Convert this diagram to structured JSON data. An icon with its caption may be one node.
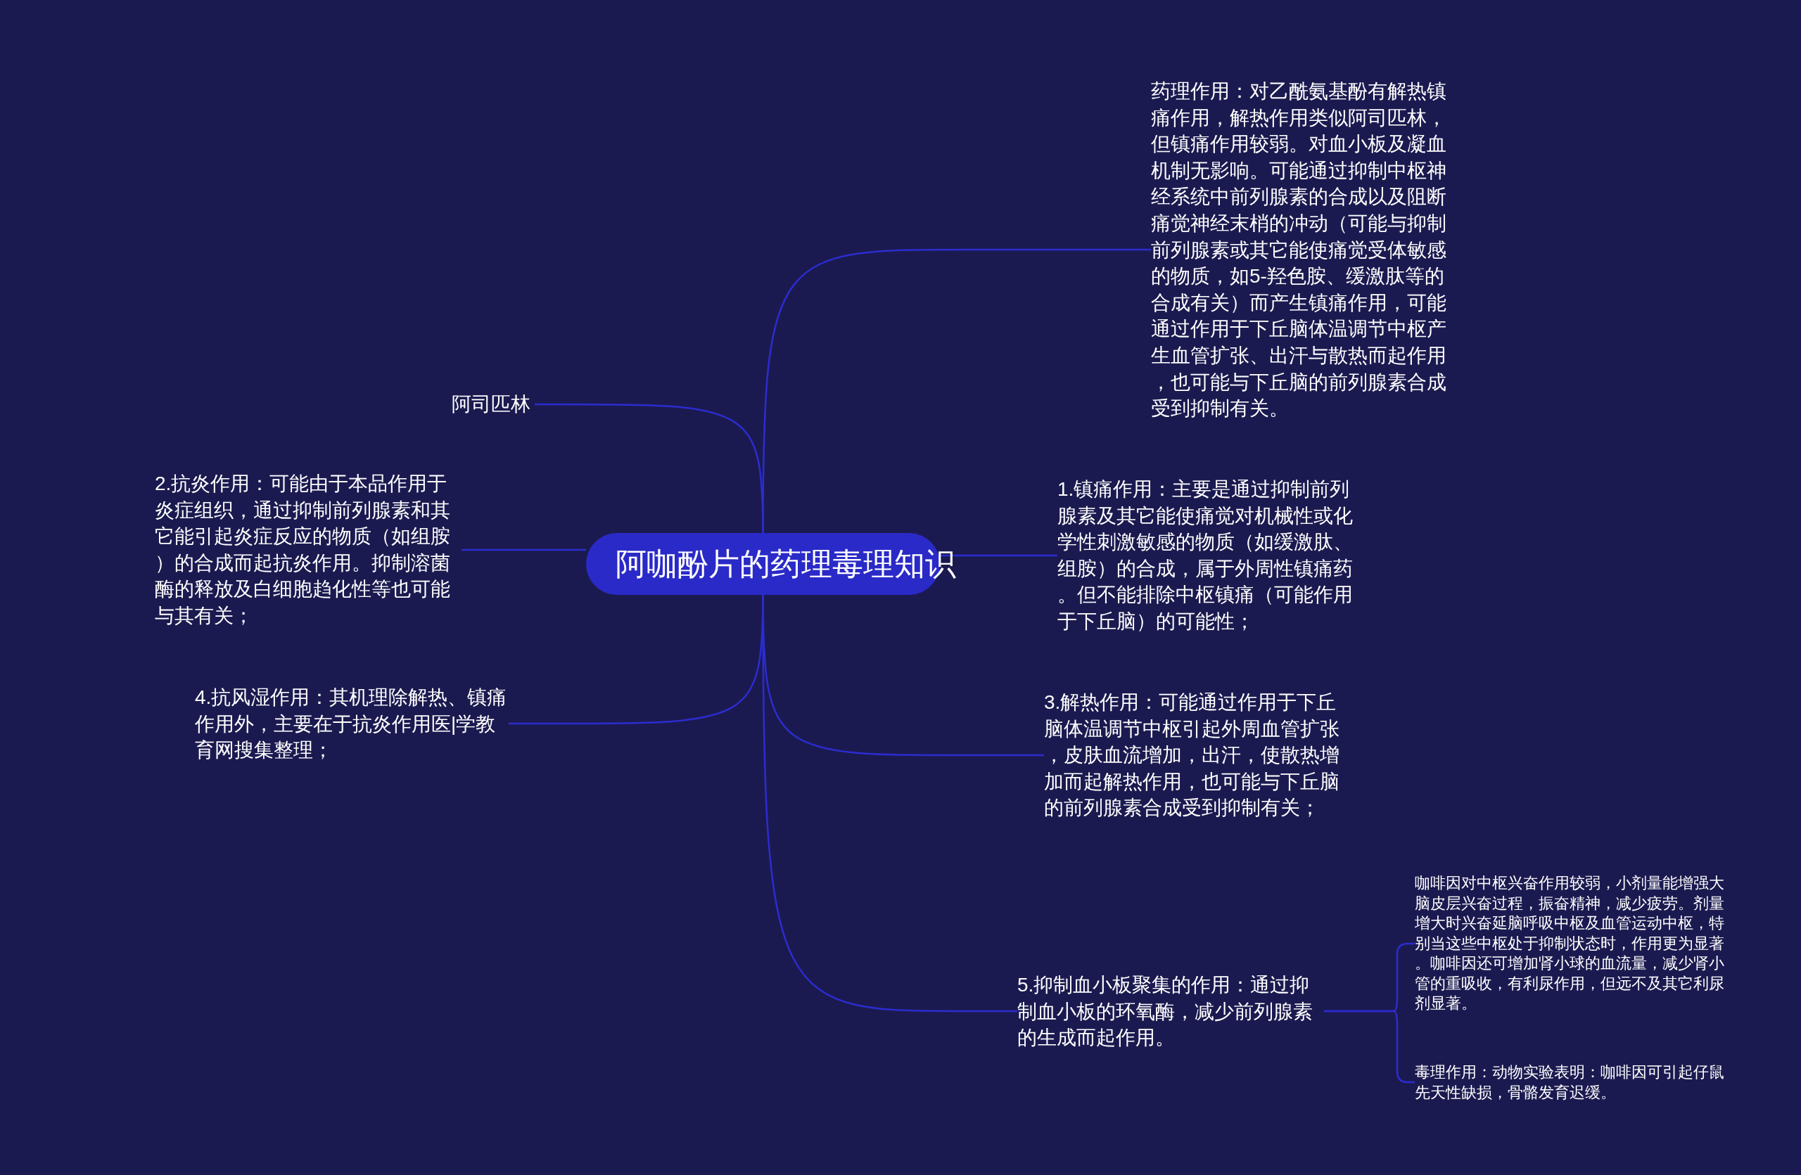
{
  "diagram": {
    "nodes": [
      {
        "text": [
          "阿咖酚片的药理毒理知识"
        ]
      },
      {
        "text": [
          "药理作用：对乙酰氨基酚有解热镇痛作用，解热作用类似阿司匹林，但镇痛作用较弱。对血小板及凝血机制无影响。可能通过抑制中枢神经系统中前列腺素的合成以及阻断痛觉神经末梢的冲动（可能与抑制前列腺素或其它能使痛觉受体敏感的物质，如5-羟色胺、缓激肽等的合成有关）而产生镇痛作用，可能通过作用于下丘脑体温调节中枢产生血管扩张、出汗与散热而起作用，也可能与下丘脑的前列腺素合成受到抑制有关。"
        ]
      },
      {
        "text": [
          "阿司匹林"
        ]
      },
      {
        "text": [
          "2.抗炎作用：可能由于本品作用于炎症组织，通过抑制前列腺素和其它能引起炎症反应的物质（如组胺）的合成而起抗炎作用。抑制溶菌酶的释放及白细胞趋化性等也可能与其有关；"
        ]
      },
      {
        "text": [
          "4.抗风湿作用：其机理除解热、镇痛作用外，主要在于抗炎作用医|学教育网搜集整理；"
        ]
      },
      {
        "text": [
          "1.镇痛作用：主要是通过抑制前列腺素及其它能使痛觉对机械性或化学性刺激敏感的物质（如缓激肽、组胺）的合成，属于外周性镇痛药。但不能排除中枢镇痛（可能作用于下丘脑）的可能性；"
        ]
      },
      {
        "text": [
          "3.解热作用：可能通过作用于下丘脑体温调节中枢引起外周血管扩张，皮肤血流增加，出汗，使散热增加而起解热作用，也可能与下丘脑的前列腺素合成受到抑制有关；"
        ]
      },
      {
        "text": [
          "5.抑制血小板聚集的作用：通过抑制血小板的环氧酶，减少前列腺素的生成而起作用。"
        ]
      },
      {
        "text": [
          "咖啡因对中枢兴奋作用较弱，小剂量能增强大脑皮层兴奋过程，振奋精神，减少疲劳。剂量增大时兴奋延脑呼吸中枢及血管运动中枢，特别当这些中枢处于抑制状态时，作用更为显著。咖啡因还可增加肾小球的血流量，减少肾小管的重吸收，有利尿作用，但远不及其它利尿剂显著。"
        ]
      },
      {
        "text": [
          "毒理作用：动物实验表明：咖啡因可引起仔鼠先天性缺损，骨骼发育迟缓。"
        ]
      }
    ],
    "edges": [
      {
        "from": 0,
        "to": 1,
        "arrow": "none"
      },
      {
        "from": 0,
        "to": 2,
        "arrow": "none"
      },
      {
        "from": 0,
        "to": 3,
        "arrow": "none"
      },
      {
        "from": 0,
        "to": 4,
        "arrow": "none"
      },
      {
        "from": 0,
        "to": 5,
        "arrow": "none"
      },
      {
        "from": 0,
        "to": 6,
        "arrow": "none"
      },
      {
        "from": 0,
        "to": 7,
        "arrow": "none"
      },
      {
        "from": 7,
        "to": 8,
        "arrow": "none"
      },
      {
        "from": 7,
        "to": 9,
        "arrow": "none"
      }
    ]
  }
}
